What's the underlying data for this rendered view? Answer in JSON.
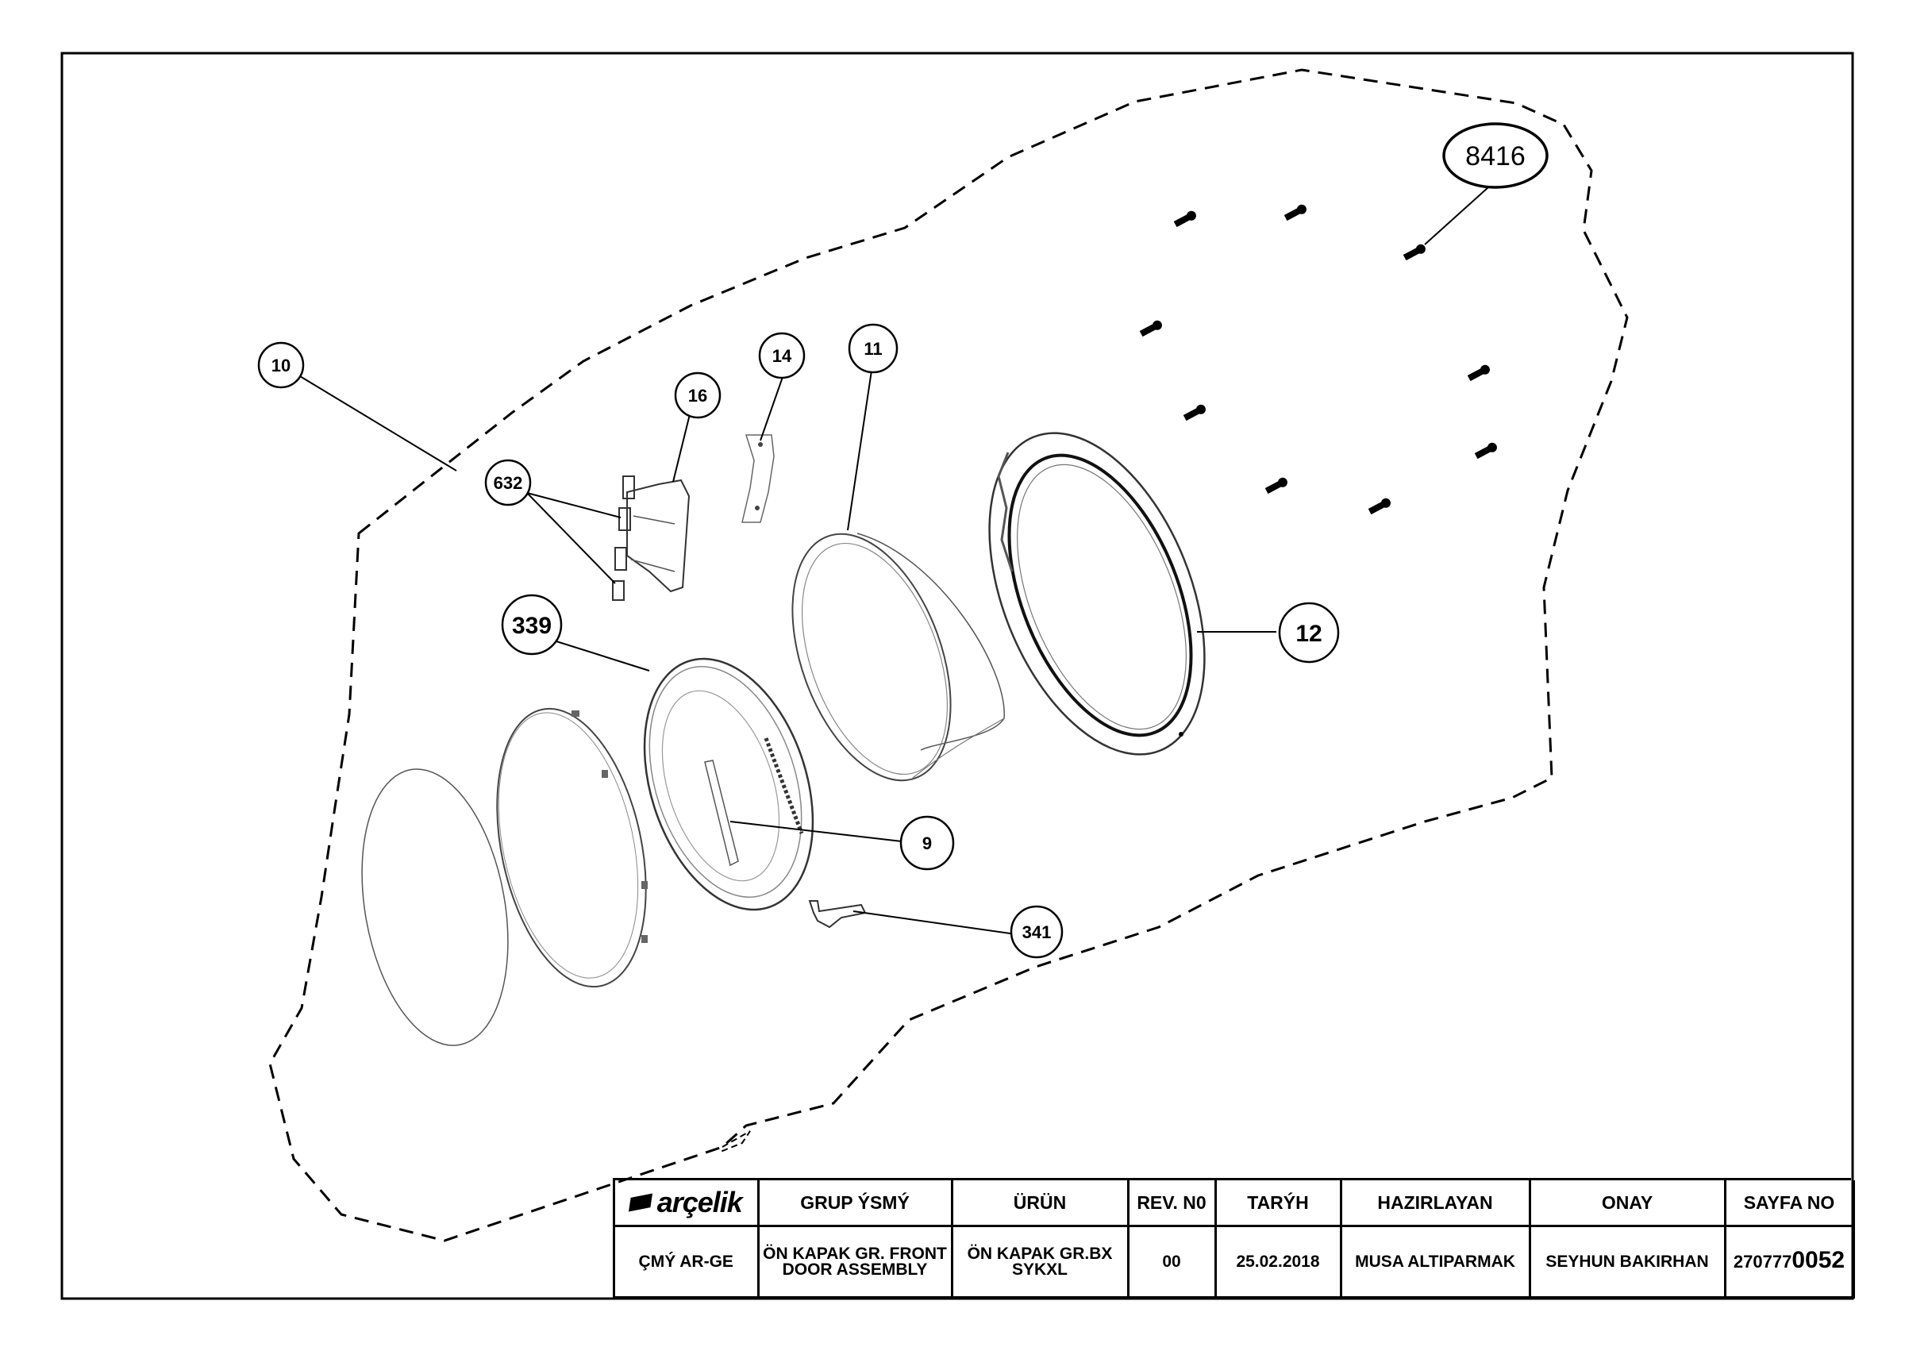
{
  "callouts": {
    "c10": "10",
    "c16": "16",
    "c14": "14",
    "c11": "11",
    "c632": "632",
    "c339": "339",
    "c12": "12",
    "c9": "9",
    "c341": "341",
    "c8416": "8416"
  },
  "title_block": {
    "logo": "arçelik",
    "headers": {
      "group_name": "GRUP ÝSMÝ",
      "product": "ÜRÜN",
      "rev": "REV. N0",
      "date": "TARÝH",
      "prepared_by": "HAZIRLAYAN",
      "approval": "ONAY",
      "page_no": "SAYFA NO"
    },
    "values": {
      "department": "ÇMÝ AR-GE",
      "group_name": "ÖN KAPAK GR. FRONT DOOR ASSEMBLY",
      "product": "ÖN KAPAK GR.BX SYKXL",
      "rev": "00",
      "date": "25.02.2018",
      "prepared_by": "MUSA ALTIPARMAK",
      "approval": "SEYHUN BAKIRHAN",
      "page_no_prefix": "270777",
      "page_no_suffix": "0052"
    }
  }
}
